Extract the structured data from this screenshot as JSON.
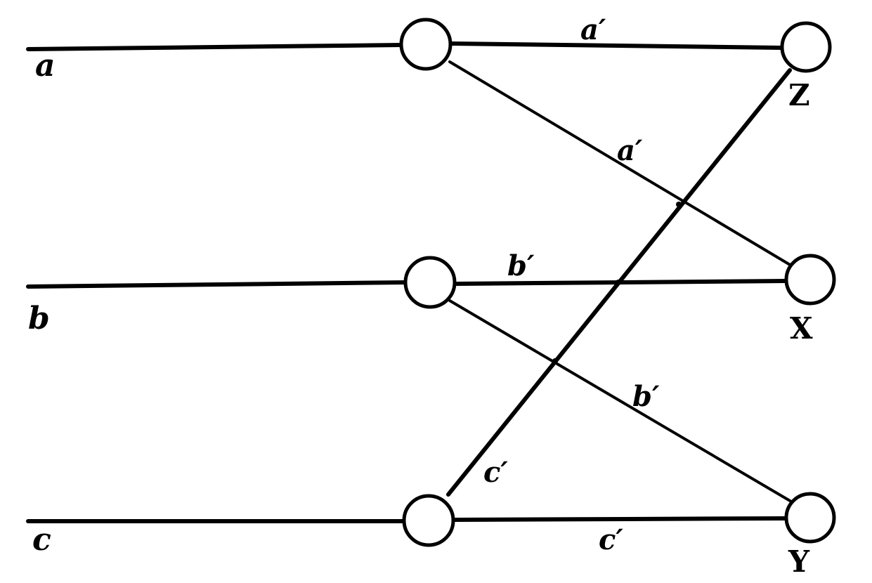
{
  "diagram": {
    "input_labels": {
      "a": "a",
      "b": "b",
      "c": "c"
    },
    "wire_labels": {
      "a_top": "a′",
      "a_diag": "a′",
      "b_mid": "b′",
      "b_diag": "b′",
      "c_diag": "c′",
      "c_bottom": "c′"
    },
    "output_labels": {
      "z": "Z",
      "x": "X",
      "y": "Y"
    }
  }
}
